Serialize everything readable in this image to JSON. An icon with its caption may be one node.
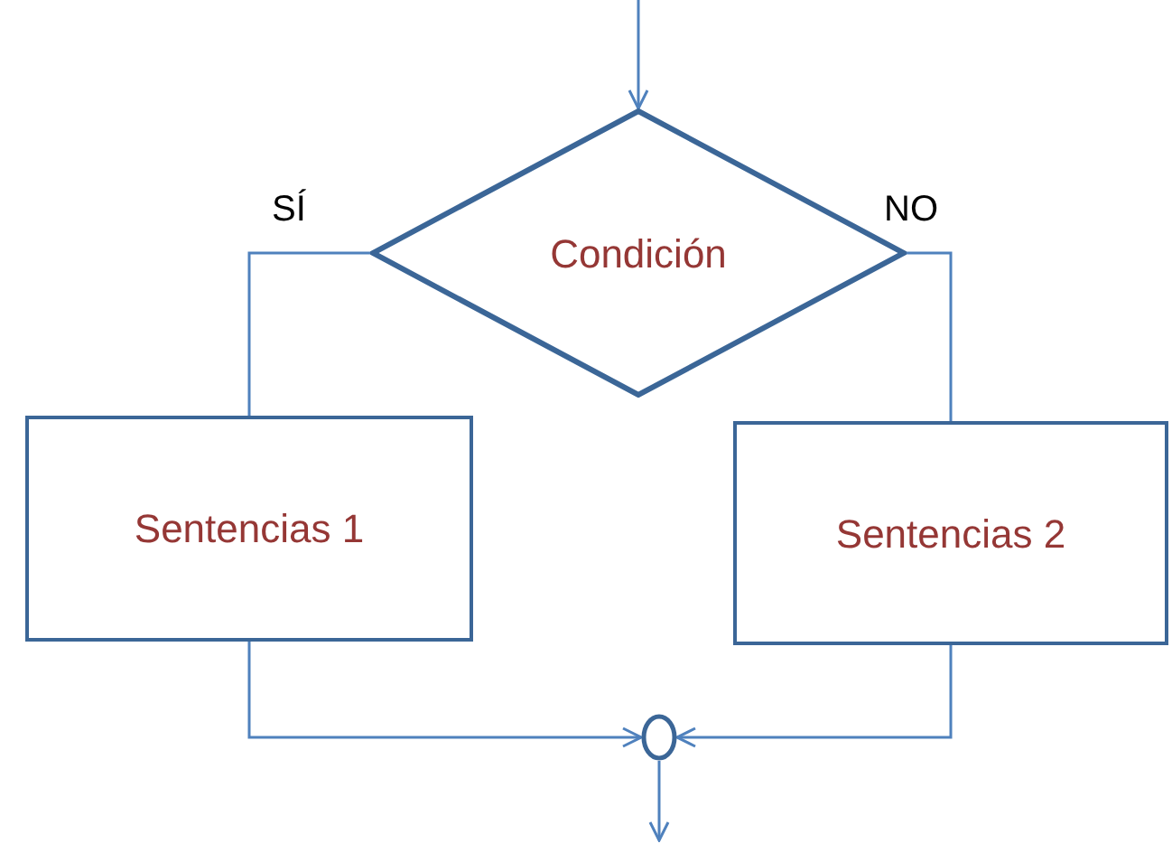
{
  "diagram": {
    "nodes": [
      {
        "text": [
          "Condición"
        ]
      },
      {
        "text": [
          "Sentencias 1"
        ]
      },
      {
        "text": [
          "Sentencias 2"
        ]
      },
      {
        "text": [],
        "shape": "circle"
      }
    ],
    "edges": [
      {
        "from": null,
        "to": 0,
        "arrow": "to"
      },
      {
        "from": 0,
        "to": 1,
        "arrow": "none",
        "label": "SÍ"
      },
      {
        "from": 0,
        "to": 2,
        "arrow": "none",
        "label": "NO"
      },
      {
        "from": 1,
        "to": 3,
        "arrow": "to"
      },
      {
        "from": 2,
        "to": 3,
        "arrow": "to"
      },
      {
        "from": 3,
        "to": null,
        "arrow": "to"
      }
    ]
  }
}
